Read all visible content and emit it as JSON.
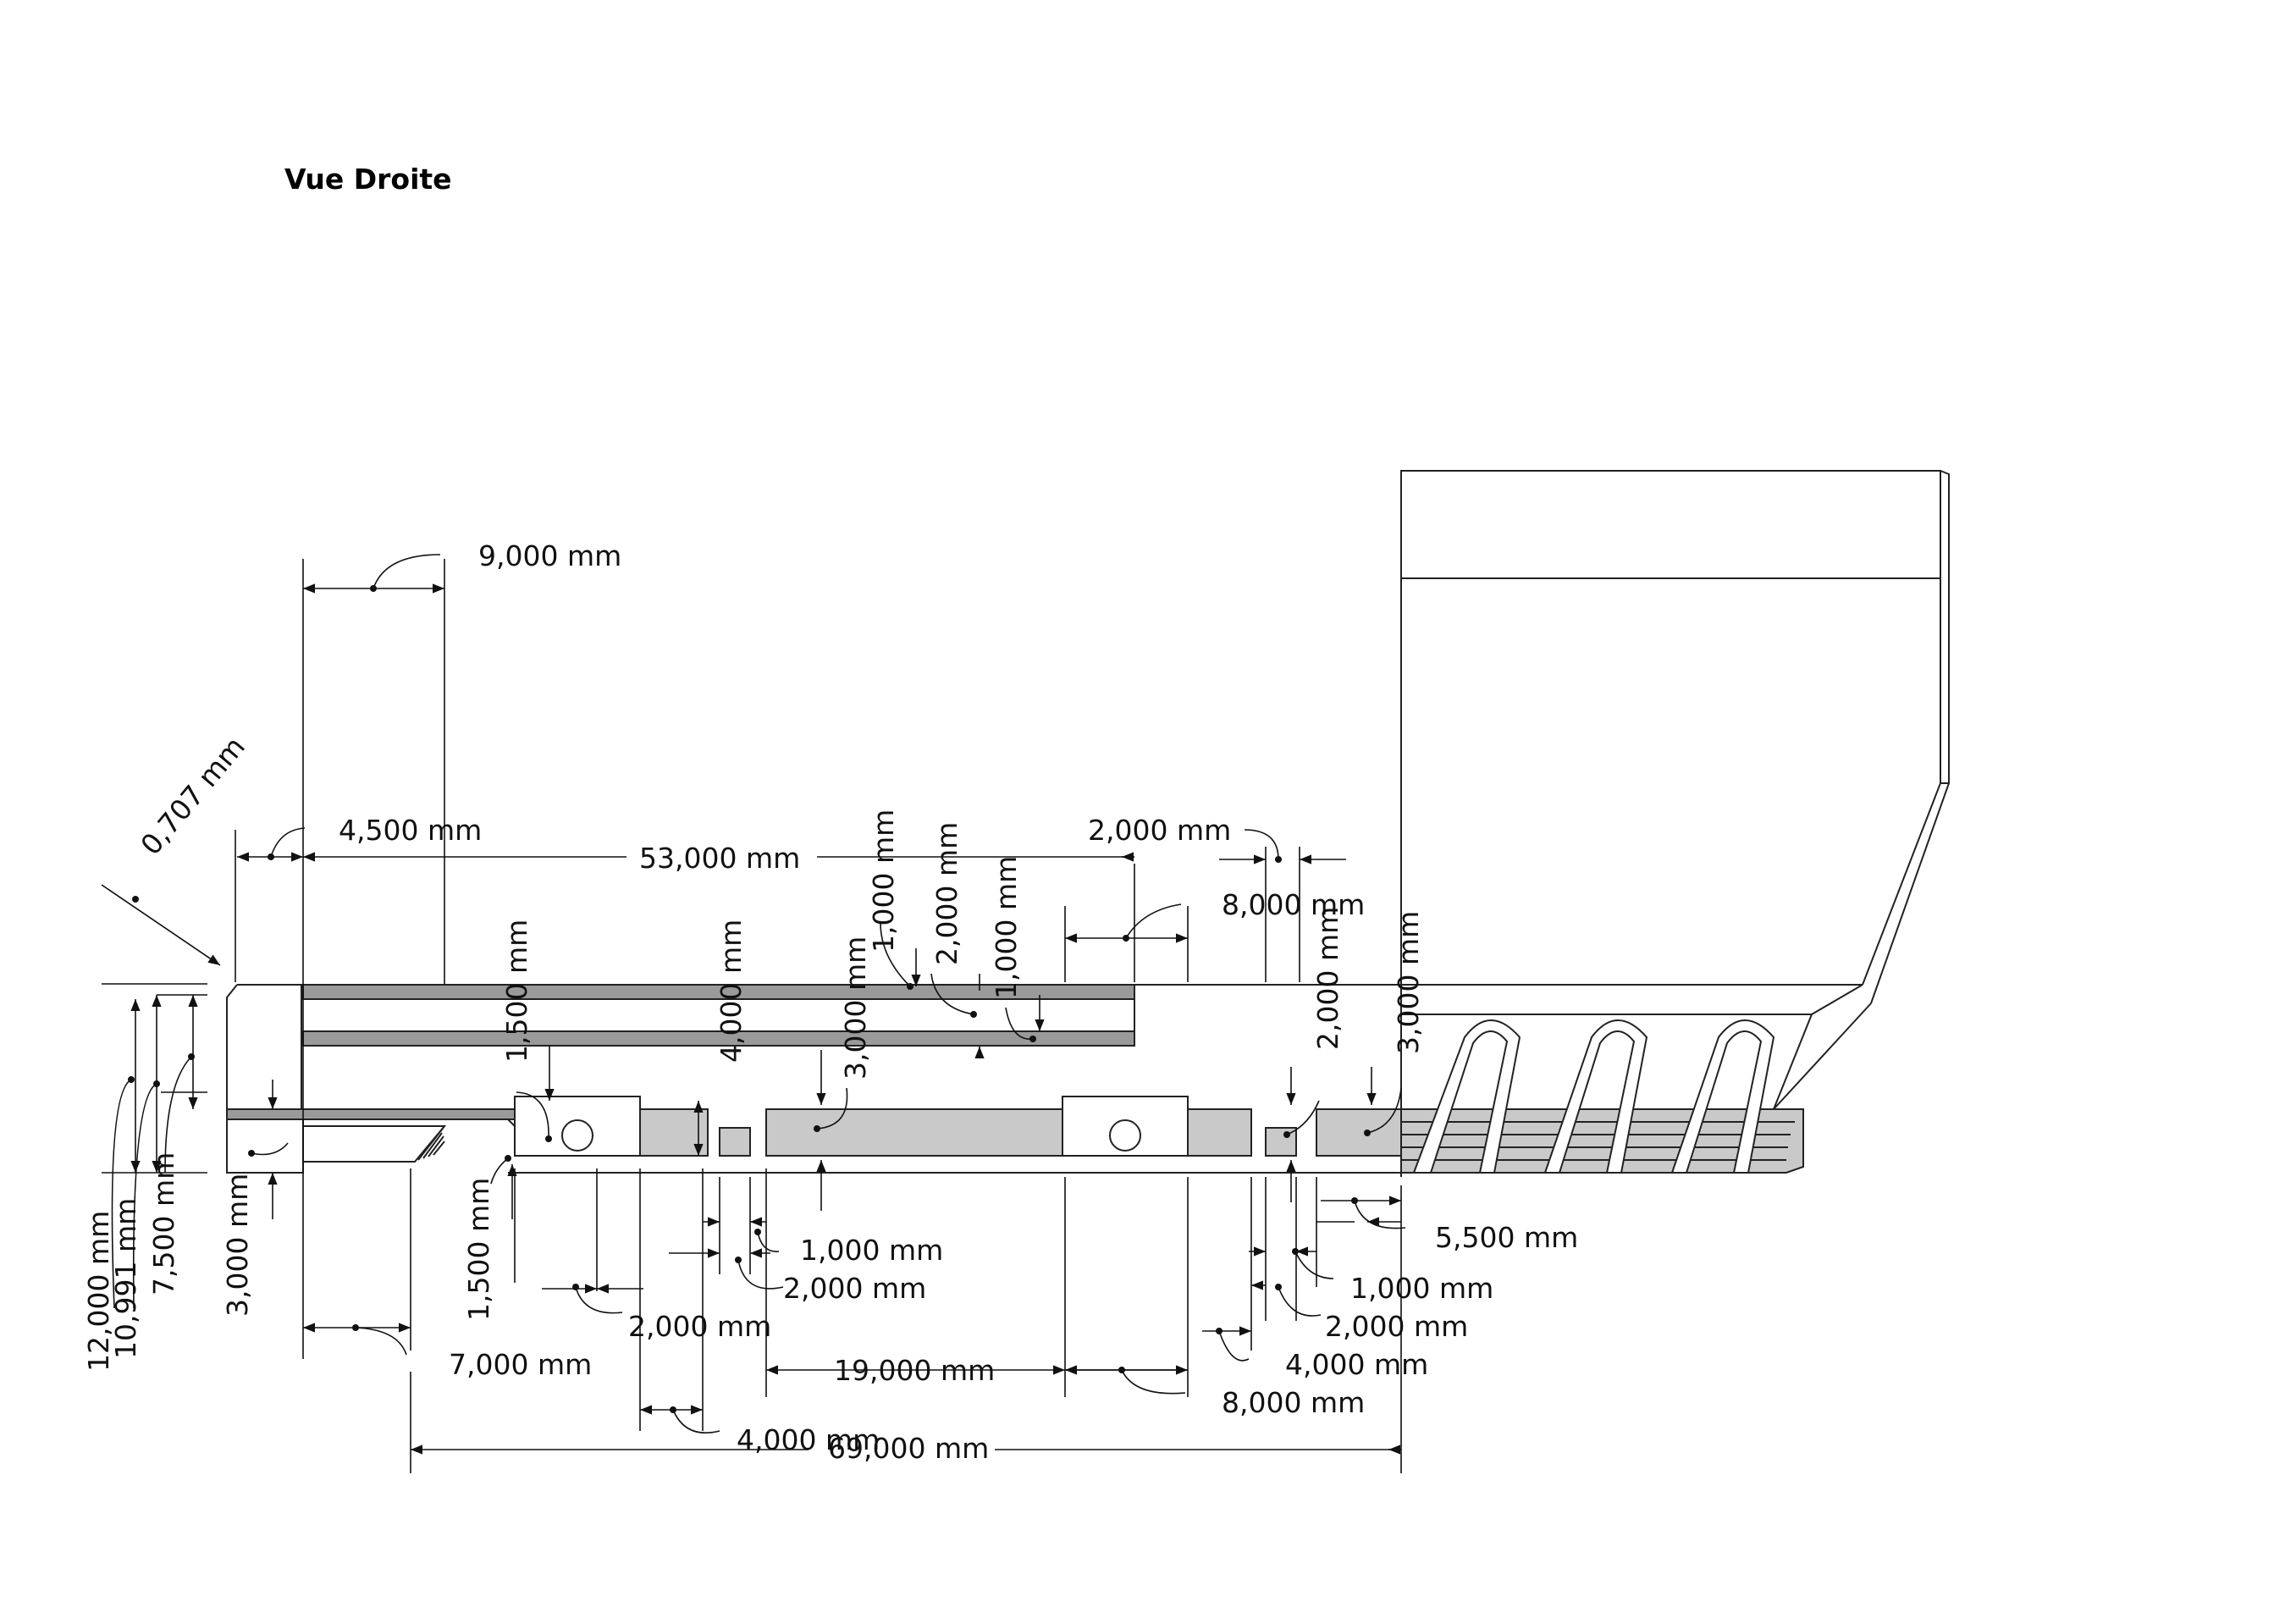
{
  "view_title": "Vue Droite",
  "dimensions": {
    "d_9000": "9,000 mm",
    "d_0707": "0,707 mm",
    "d_4500": "4,500 mm",
    "d_53000": "53,000 mm",
    "d_2000_top": "2,000 mm",
    "d_8000_top": "8,000 mm",
    "d_1000_v1": "1,000 mm",
    "d_2000_v": "2,000 mm",
    "d_1000_v2": "1,000 mm",
    "d_1500_v_top": "1,500 mm",
    "d_4000_v": "4,000 mm",
    "d_3000_v_mid": "3,000 mm",
    "d_2000_v_right": "2,000 mm",
    "d_3000_v_right": "3,000 mm",
    "d_12000": "12,000 mm",
    "d_10991": "10,991 mm",
    "d_7500": "7,500 mm",
    "d_3000_v_left": "3,000 mm",
    "d_1500_v_bottom": "1,500 mm",
    "d_5500": "5,500 mm",
    "d_1000_b1": "1,000 mm",
    "d_2000_b1": "2,000 mm",
    "d_2000_b2": "2,000 mm",
    "d_1000_b2": "1,000 mm",
    "d_2000_b3": "2,000 mm",
    "d_4000_b1": "4,000 mm",
    "d_7000": "7,000 mm",
    "d_19000": "19,000 mm",
    "d_8000_bottom": "8,000 mm",
    "d_4000_b2": "4,000 mm",
    "d_69000": "69,000 mm"
  }
}
